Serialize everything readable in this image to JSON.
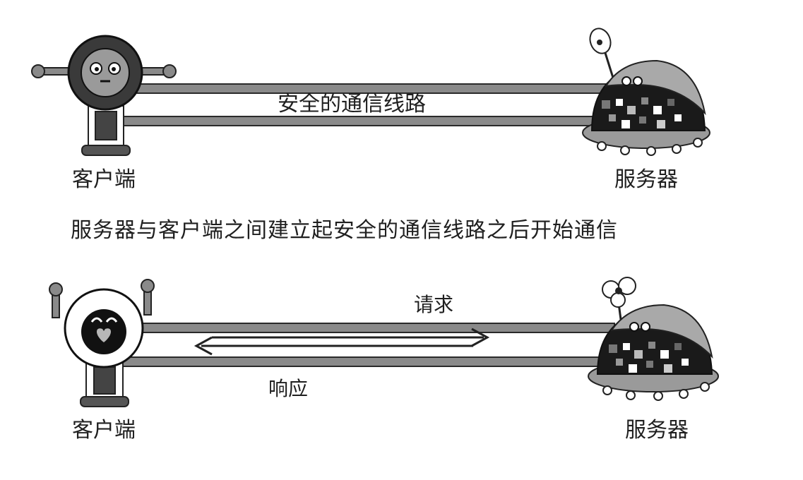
{
  "scene1": {
    "pipe_label": "安全的通信线路",
    "client_label": "客户端",
    "server_label": "服务器"
  },
  "caption": "服务器与客户端之间建立起安全的通信线路之后开始通信",
  "scene2": {
    "request_label": "请求",
    "response_label": "响应",
    "client_label": "客户端",
    "server_label": "服务器"
  },
  "colors": {
    "ink": "#1f1f1f",
    "pipe": "#8a8a8a",
    "dome": "#a9a9a9",
    "body_dark": "#1a1a1a",
    "heart": "#b8b8b8"
  }
}
